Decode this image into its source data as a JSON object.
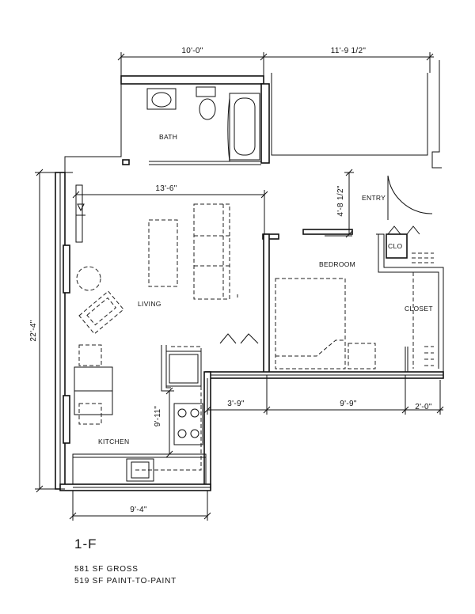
{
  "plan": {
    "unit_name": "1-F",
    "area_gross": "581 SF GROSS",
    "area_paint": "519 SF PAINT-TO-PAINT",
    "rooms": {
      "bath": "BATH",
      "living": "LIVING",
      "kitchen": "KITCHEN",
      "bedroom": "BEDROOM",
      "entry": "ENTRY",
      "clo": "CLO",
      "closet": "CLOSET"
    },
    "dimensions": {
      "top_left_width": "10'-0\"",
      "top_right_width": "11'-9 1/2\"",
      "living_width": "13'-6\"",
      "overall_height": "22'-4\"",
      "entry_depth": "4'-8 1/2\"",
      "kitchen_depth": "9'-11\"",
      "kitchen_width": "9'-4\"",
      "hall_width": "3'-9\"",
      "bedroom_width": "9'-9\"",
      "closet_width": "2'-0\""
    }
  }
}
